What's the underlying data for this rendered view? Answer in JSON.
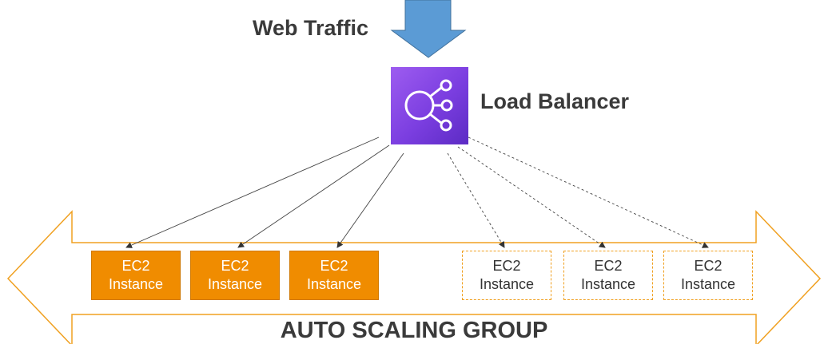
{
  "diagram": {
    "web_traffic_label": "Web Traffic",
    "load_balancer_label": "Load Balancer",
    "auto_scaling_group_label": "AUTO SCALING GROUP",
    "instances": [
      {
        "line1": "EC2",
        "line2": "Instance",
        "state": "active"
      },
      {
        "line1": "EC2",
        "line2": "Instance",
        "state": "active"
      },
      {
        "line1": "EC2",
        "line2": "Instance",
        "state": "active"
      },
      {
        "line1": "EC2",
        "line2": "Instance",
        "state": "potential"
      },
      {
        "line1": "EC2",
        "line2": "Instance",
        "state": "potential"
      },
      {
        "line1": "EC2",
        "line2": "Instance",
        "state": "potential"
      }
    ]
  },
  "colors": {
    "traffic_arrow": "#5b9bd5",
    "load_balancer": "#7b3ee0",
    "instance_active": "#f08c00",
    "instance_potential_border": "#f0a020",
    "scaling_arrow_border": "#f0a020",
    "text": "#3a3a3a"
  },
  "icons": {
    "traffic_arrow": "down-arrow-icon",
    "load_balancer": "load-balancer-icon"
  }
}
